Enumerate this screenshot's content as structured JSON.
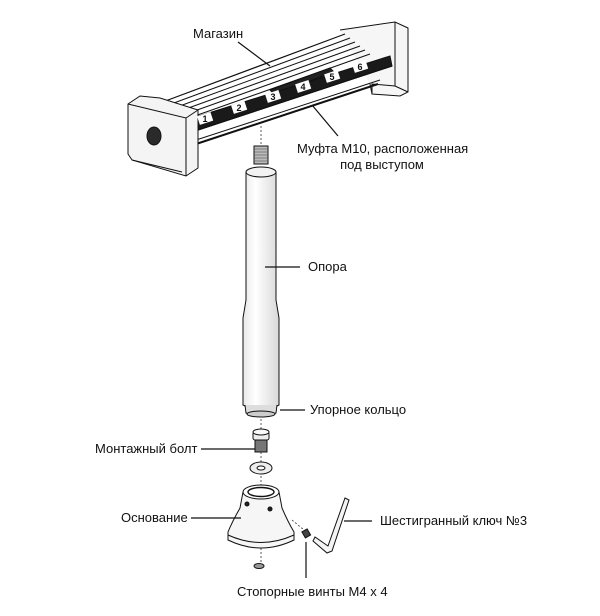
{
  "diagram": {
    "title": "Exploded assembly diagram",
    "labels": {
      "magazine": "Магазин",
      "coupling_line1": "Муфта М10, расположенная",
      "coupling_line2": "под выступом",
      "support": "Опора",
      "stop_ring": "Упорное кольцо",
      "mount_bolt": "Монтажный болт",
      "base": "Основание",
      "hex_key": "Шестигранный ключ №3",
      "set_screws": "Стопорные винты М4 х 4"
    },
    "magazine_slots": [
      "1",
      "2",
      "3",
      "4",
      "5",
      "6"
    ],
    "colors": {
      "line": "#111111",
      "fill_light": "#f4f4f4",
      "fill_dark": "#1a1a1a"
    }
  }
}
